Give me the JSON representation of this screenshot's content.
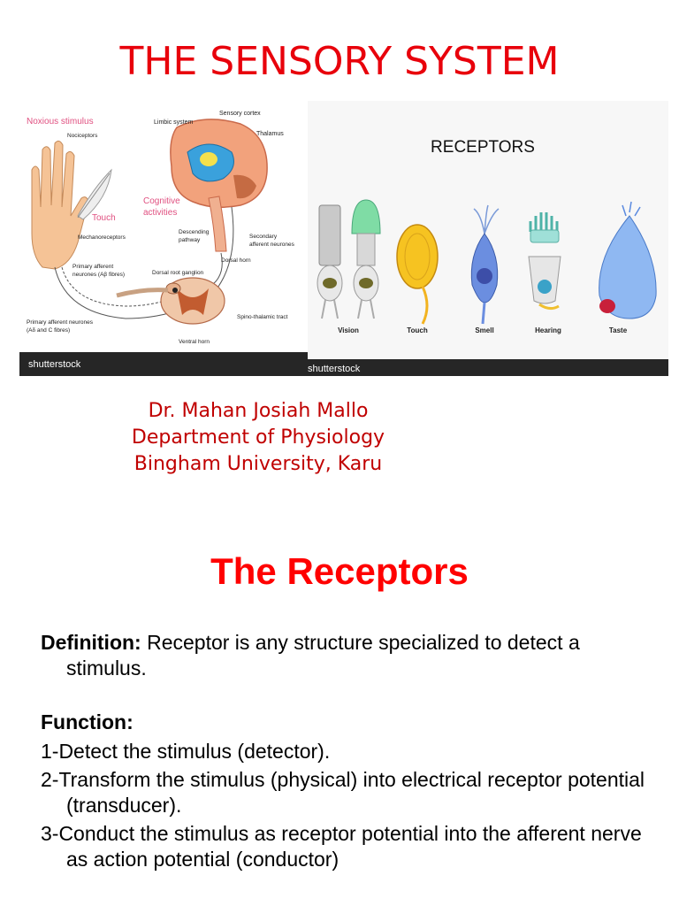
{
  "title": "THE SENSORY SYSTEM",
  "figure": {
    "left": {
      "labels": {
        "noxious": "Noxious stimulus",
        "nociceptors": "Nociceptors",
        "limbic": "Limbic system",
        "sensory_cortex": "Sensory cortex",
        "thalamus": "Thalamus",
        "touch": "Touch",
        "cognitive1": "Cognitive",
        "cognitive2": "activities",
        "mechanoreceptors": "Mechanoreceptors",
        "descending1": "Descending",
        "descending2": "pathway",
        "secondary1": "Secondary",
        "secondary2": "afferent neurones",
        "primary_afferent1": "Primary afferent",
        "primary_afferent2": "neurones (Aβ fibres)",
        "dorsal_horn": "Dorsal horn",
        "drg": "Dorsal root ganglion",
        "spino": "Spino-thalamic tract",
        "primary_ac1": "Primary afferent neurones",
        "primary_ac2": "(Aδ and C fibres)",
        "ventral": "Ventral horn"
      },
      "brand": "shutterstock"
    },
    "right": {
      "title": "RECEPTORS",
      "receptors": [
        "Vision",
        "Touch",
        "Smell",
        "Hearing",
        "Taste"
      ],
      "brand": "shutterstock"
    }
  },
  "credits": {
    "line1": "Dr. Mahan Josiah Mallo",
    "line2": "Department of Physiology",
    "line3": "Bingham University, Karu"
  },
  "heading": "The Receptors",
  "definition": {
    "label": "Definition:",
    "text": " Receptor is any structure specialized to detect a stimulus."
  },
  "function": {
    "label": "Function:",
    "items": [
      "1-Detect the stimulus (detector).",
      "2-Transform the stimulus (physical) into electrical receptor potential (transducer).",
      "3-Conduct the stimulus as receptor potential into the afferent nerve as action potential (conductor)"
    ]
  },
  "colors": {
    "title_red": "#e8000b",
    "credit_red": "#c00000",
    "heading_red": "#ff0000",
    "label_pink": "#e05080"
  }
}
